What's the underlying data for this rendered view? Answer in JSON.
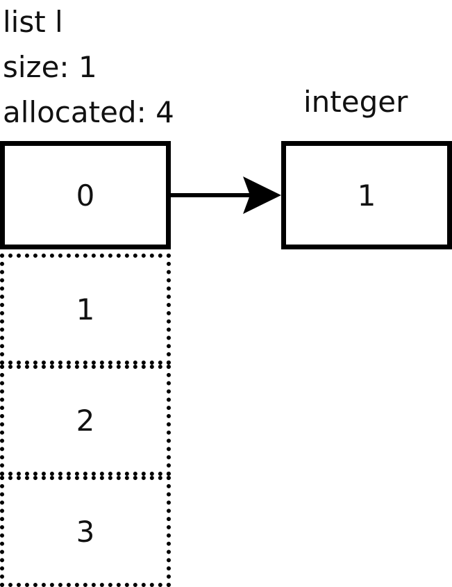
{
  "list": {
    "title": "list l",
    "size_text": "size: 1",
    "allocated_text": "allocated: 4",
    "slots": [
      {
        "label": "0",
        "used": true
      },
      {
        "label": "1",
        "used": false
      },
      {
        "label": "2",
        "used": false
      },
      {
        "label": "3",
        "used": false
      }
    ]
  },
  "integer": {
    "label": "integer",
    "value": "1"
  }
}
